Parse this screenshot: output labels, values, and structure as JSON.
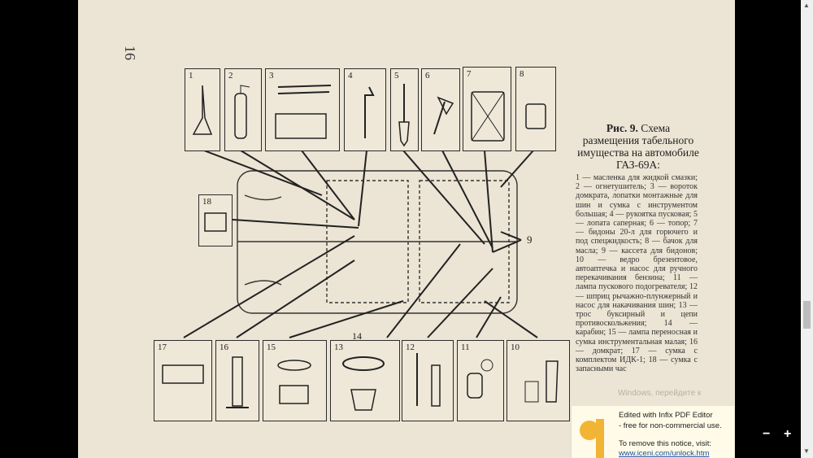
{
  "page": {
    "page_number": "16",
    "figure_title": "Рис. 9.",
    "figure_caption": "Схема размещения табельного имущества на автомобиле ГАЗ-69А:",
    "legend": "1 — масленка для жидкой смазки; 2 — огнетушитель; 3 — вороток домкрата, лопатки монтажные для шин и сумка с инструментом большая; 4 — рукоятка пусковая; 5 — лопата саперная; 6 — топор; 7 — бидоны 20-л для горючего и под спецжидкость; 8 — бачок для масла; 9 — кассета для бидонов; 10 — ведро брезентовое, автоаптечка и насос для ручного перекачивания бензина; 11 — лампа пускового подогревателя; 12 — шприц рычажно-плунжерный и насос для накачивания шин; 13 — трос буксирный и цепи противоскольжения; 14 — карабин; 15 — лампа переносная и сумка инструментальная малая; 16 — домкрат; 17 — сумка с комплектом ИДК-1; 18 — сумка с запасными час",
    "callouts": {
      "n9": "9",
      "n14": "14"
    },
    "box_numbers": [
      "1",
      "2",
      "3",
      "4",
      "5",
      "6",
      "7",
      "8",
      "18",
      "17",
      "16",
      "15",
      "13",
      "12",
      "11",
      "10"
    ]
  },
  "overlay": {
    "windows_watermark": "Windows, перейдите к",
    "notice_line1": "Edited with Infix PDF Editor",
    "notice_line2": "- free for non-commercial use.",
    "notice_line3": "To remove this notice, visit:",
    "notice_link": "www.iceni.com/unlock.htm"
  },
  "controls": {
    "zoom_out": "−",
    "zoom_in": "+"
  }
}
